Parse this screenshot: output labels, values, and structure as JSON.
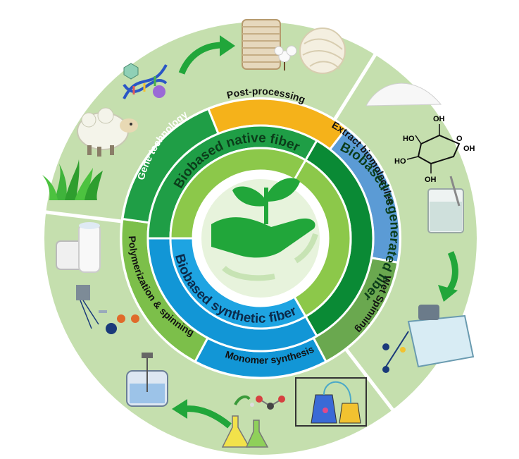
{
  "colors": {
    "outer_ring": "#c5dfae",
    "mid_ring": "#a9d18e",
    "divider": "#ffffff",
    "native_outer": "#1f9e46",
    "native_inner": "#8cc84a",
    "regen_outer": "#0a8a35",
    "regen_inner": "#8cc84a",
    "synth_outer": "#1296d6",
    "synth_inner": "#1ea4e2",
    "post_processing": "#f5b21a",
    "extract": "#5b9bd5",
    "wet_spinning": "#6aa84f",
    "monomer": "#1296d6",
    "polymerization": "#7cbf4a",
    "gene_technology": "#1f9e46",
    "center_bg": "#e7f3dc",
    "arrow": "#21a63a"
  },
  "center": {
    "icon": "plant-in-hand-icon"
  },
  "rings": {
    "native_label": "Biobased native fiber",
    "regenerated_label": "Biobased regenerated fiber",
    "synthetic_label": "Biobased synthetic fiber"
  },
  "segments": {
    "post_processing": "Post-processing",
    "extract": "Extract biomolecules",
    "wet_spinning": "Wet Spinning",
    "monomer": "Monomer synthesis",
    "polymerization": "Polymerization & spinning",
    "gene_technology": "Gene technology"
  },
  "illustrations": [
    {
      "name": "yarn-spool-icon"
    },
    {
      "name": "cotton-boll-icon"
    },
    {
      "name": "wool-ball-icon"
    },
    {
      "name": "dna-helix-icon"
    },
    {
      "name": "sheep-icon"
    },
    {
      "name": "grass-icon"
    },
    {
      "name": "powder-pile-icon"
    },
    {
      "name": "glucose-molecule-icon"
    },
    {
      "name": "beaker-with-liquid-icon"
    },
    {
      "name": "spinning-bath-icon"
    },
    {
      "name": "fiber-bobbin-icon"
    },
    {
      "name": "spinning-machine-icon"
    },
    {
      "name": "reactor-vessel-icon"
    },
    {
      "name": "lab-flasks-icon"
    },
    {
      "name": "molecule-icon"
    },
    {
      "name": "distillation-apparatus-icon"
    }
  ],
  "chem": {
    "oh1": "OH",
    "oh2": "HO",
    "oh3": "HO",
    "oh4": "OH",
    "o": "O",
    "oh5": "OH"
  }
}
